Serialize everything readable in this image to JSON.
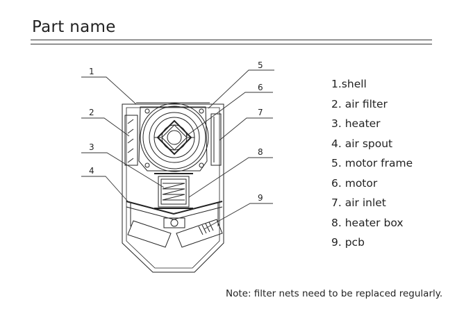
{
  "title": "Part name",
  "callout_numbers": [
    "1",
    "2",
    "3",
    "4",
    "5",
    "6",
    "7",
    "8",
    "9"
  ],
  "parts": [
    "1.shell",
    "2. air filter",
    "3. heater",
    "4. air spout",
    "5. motor frame",
    "6. motor",
    "7. air inlet",
    "8. heater box",
    "9. pcb"
  ],
  "note": "Note: filter nets need to be replaced regularly."
}
